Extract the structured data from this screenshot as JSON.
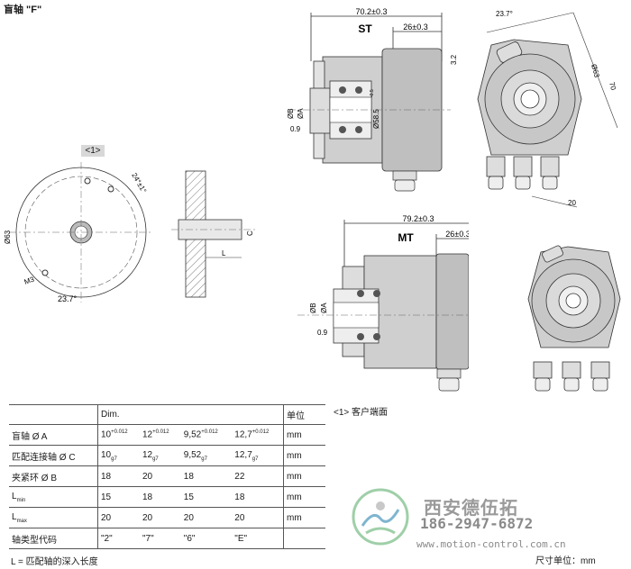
{
  "title": "盲轴 \"F\"",
  "views": {
    "st_label": "ST",
    "mt_label": "MT",
    "ref1_label": "<1>",
    "st_dim_total": "70.2±0.3",
    "st_dim_26": "26±0.3",
    "st_dia_58": "Ø58.5",
    "st_dia_58_tol": "-0.5",
    "st_dia_b": "ØB",
    "st_dia_a": "ØA",
    "st_09": "0.9",
    "angle_237": "23.7°",
    "right_32": "3.2",
    "right_70": "70",
    "right_63": "Ø63",
    "right_20": "20",
    "mt_dim_total": "79.2±0.3",
    "mt_dim_26": "26±0.3",
    "mt_dia_b": "ØB",
    "mt_dia_a": "ØA",
    "mt_09": "0.9",
    "face_dia": "Ø63",
    "face_angle1": "24°±1°",
    "face_m3": "M3",
    "face_angle2": "23.7°",
    "c_label": "C",
    "l_label": "L"
  },
  "table": {
    "header": {
      "col0": "",
      "col1": "Dim.",
      "unit": "单位"
    },
    "rows": [
      {
        "label": "盲轴 Ø A",
        "sub": "",
        "v": [
          "10",
          "12",
          "9,52",
          "12,7"
        ],
        "sup": [
          "+0.012",
          "+0.012",
          "+0.012",
          "+0.012"
        ],
        "vsub": [
          "",
          "",
          "",
          ""
        ],
        "unit": "mm"
      },
      {
        "label": "匹配连接轴 Ø C",
        "sub": "",
        "v": [
          "10",
          "12",
          "9,52",
          "12,7"
        ],
        "sup": [
          "",
          "",
          "",
          ""
        ],
        "vsub": [
          "g7",
          "g7",
          "g7",
          "g7"
        ],
        "unit": "mm"
      },
      {
        "label": "夹紧环 Ø B",
        "sub": "",
        "v": [
          "18",
          "20",
          "18",
          "22"
        ],
        "sup": [
          "",
          "",
          "",
          ""
        ],
        "vsub": [
          "",
          "",
          "",
          ""
        ],
        "unit": "mm"
      },
      {
        "label": "L",
        "sub": "min",
        "v": [
          "15",
          "18",
          "15",
          "18"
        ],
        "sup": [
          "",
          "",
          "",
          ""
        ],
        "vsub": [
          "",
          "",
          "",
          ""
        ],
        "unit": "mm"
      },
      {
        "label": "L",
        "sub": "max",
        "v": [
          "20",
          "20",
          "20",
          "20"
        ],
        "sup": [
          "",
          "",
          "",
          ""
        ],
        "vsub": [
          "",
          "",
          "",
          ""
        ],
        "unit": "mm"
      },
      {
        "label": "轴类型代码",
        "sub": "",
        "v": [
          "\"2\"",
          "\"7\"",
          "\"6\"",
          "\"E\""
        ],
        "sup": [
          "",
          "",
          "",
          ""
        ],
        "vsub": [
          "",
          "",
          "",
          ""
        ],
        "unit": ""
      }
    ]
  },
  "note_l": "L = 匹配轴的深入长度",
  "note_ref": "<1> 客户端面",
  "units_label": "尺寸单位：mm",
  "brand": {
    "name_cn": "西安德伍拓",
    "phone": "186-2947-6872",
    "url": "www.motion-control.com.cn"
  }
}
